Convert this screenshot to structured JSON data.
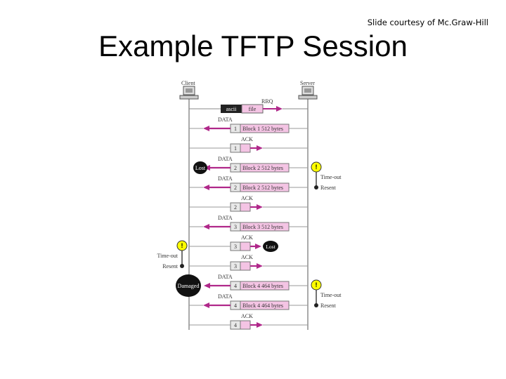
{
  "slide": {
    "courtesy": "Slide courtesy of Mc.Graw-Hill",
    "title": "Example TFTP Session"
  },
  "diagram": {
    "client_label": "Client",
    "server_label": "Server",
    "colors": {
      "packet_fill": "#f4c4e4",
      "arrow": "#b0288a",
      "lifeline": "#555555",
      "warning": "#ffff00"
    },
    "rrq": {
      "label": "RRQ",
      "mode": "ascii",
      "file": "file"
    },
    "messages": [
      {
        "kind": "DATA",
        "dir": "left",
        "block": "1",
        "payload": "Block 1  512 bytes"
      },
      {
        "kind": "ACK",
        "dir": "right",
        "block": "1"
      },
      {
        "kind": "DATA",
        "dir": "left",
        "block": "2",
        "payload": "Block 2  512 bytes",
        "client_badge": "Lost",
        "server_timeout": true
      },
      {
        "kind": "DATA",
        "dir": "left",
        "block": "2",
        "payload": "Block 2  512 bytes"
      },
      {
        "kind": "ACK",
        "dir": "right",
        "block": "2"
      },
      {
        "kind": "DATA",
        "dir": "left",
        "block": "3",
        "payload": "Block 3  512 bytes"
      },
      {
        "kind": "ACK",
        "dir": "right",
        "block": "3",
        "server_badge": "Lost",
        "client_timeout": true
      },
      {
        "kind": "ACK",
        "dir": "right",
        "block": "3"
      },
      {
        "kind": "DATA",
        "dir": "left",
        "block": "4",
        "payload": "Block 4  464 bytes",
        "client_badge": "Damaged",
        "server_timeout": true
      },
      {
        "kind": "DATA",
        "dir": "left",
        "block": "4",
        "payload": "Block 4  464 bytes"
      },
      {
        "kind": "ACK",
        "dir": "right",
        "block": "4"
      }
    ],
    "timeout_label": "Time-out",
    "resent_label": "Resent"
  }
}
